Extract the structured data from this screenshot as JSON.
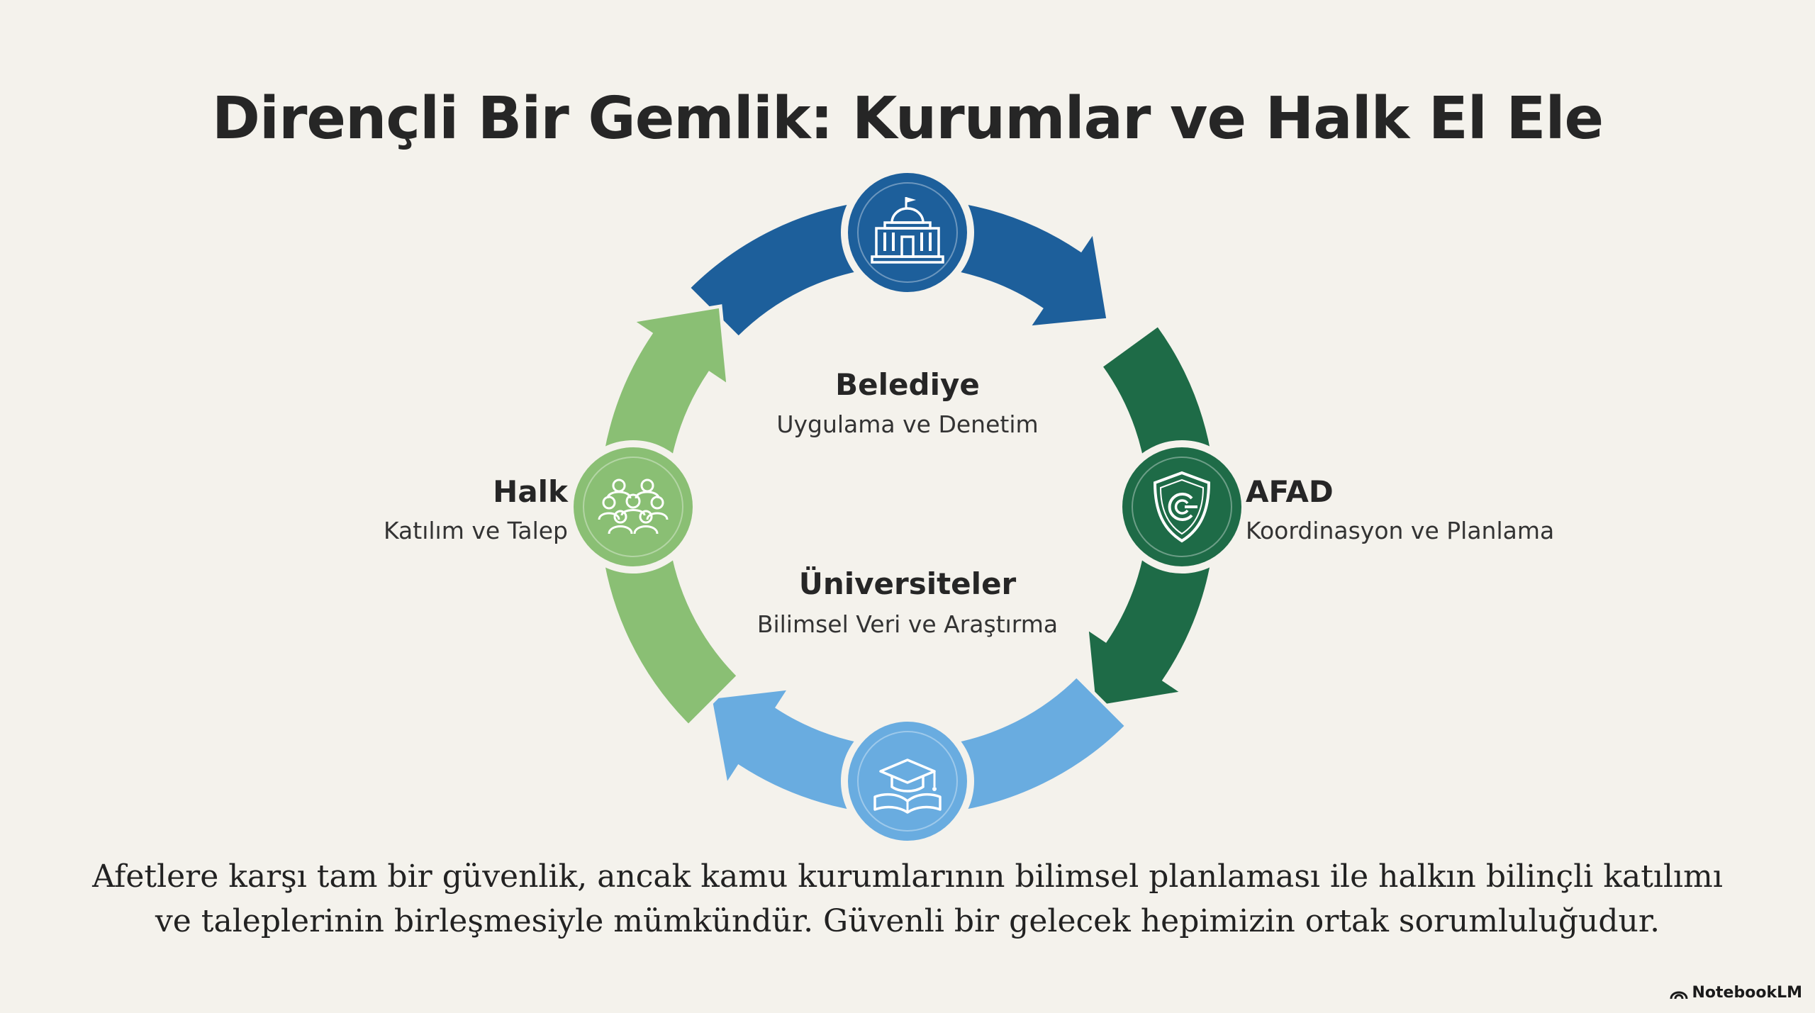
{
  "title": "Dirençli Bir Gemlik: Kurumlar ve Halk El Ele",
  "cycle": {
    "nodes": [
      {
        "id": "belediye",
        "icon": "city-hall-icon",
        "color": "#1d5f9b",
        "title": "Belediye",
        "subtitle": "Uygulama ve Denetim"
      },
      {
        "id": "afad",
        "icon": "shield-icon",
        "color": "#1e6b47",
        "title": "AFAD",
        "subtitle": "Koordinasyon ve Planlama"
      },
      {
        "id": "universiteler",
        "icon": "graduation-book-icon",
        "color": "#69ace0",
        "title": "Üniversiteler",
        "subtitle": "Bilimsel Veri ve Araştırma"
      },
      {
        "id": "halk",
        "icon": "people-group-icon",
        "color": "#8abf74",
        "title": "Halk",
        "subtitle": "Katılım ve Talep"
      }
    ]
  },
  "caption": {
    "line1": "Afetlere karşı tam bir güvenlik, ancak kamu kurumlarının bilimsel planlaması ile halkın bilinçli katılımı",
    "line2": "ve taleplerinin birleşmesiyle mümkündür. Güvenli bir gelecek hepimizin ortak sorumluluğudur."
  },
  "brand": {
    "label": "NotebookLM",
    "icon": "notebooklm-logo-icon"
  }
}
